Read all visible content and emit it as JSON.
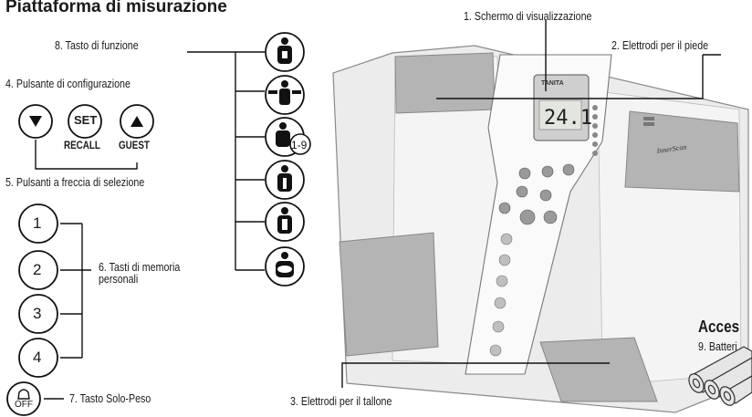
{
  "title": "Piattaforma di misurazione",
  "labels": {
    "display": "1. Schermo di visualizzazione",
    "foot_electrodes": "2. Elettrodi per il piede",
    "heel_electrodes": "3. Elettrodi per il tallone",
    "setup_button": "4. Pulsante di configurazione",
    "arrow_buttons": "5. Pulsanti a freccia di selezione",
    "memory_keys": "6. Tasti di memoria personali",
    "weight_only": "7. Tasto Solo-Peso",
    "function_key": "8. Tasto di funzione",
    "batteries": "9. Batteri"
  },
  "buttons": {
    "set": "SET",
    "recall": "RECALL",
    "guest": "GUEST",
    "memory": [
      "1",
      "2",
      "3",
      "4"
    ],
    "off": "OFF"
  },
  "accessories_heading": "Acces",
  "scale": {
    "brand": "TANITA",
    "readout": "24.1",
    "pad_text": "InnerScan"
  },
  "function_icons": [
    "body-fat-percent",
    "muscle",
    "physique-rating-1-9",
    "bone-mass",
    "body-water",
    "visceral-fat"
  ],
  "function_badge": "1-9"
}
